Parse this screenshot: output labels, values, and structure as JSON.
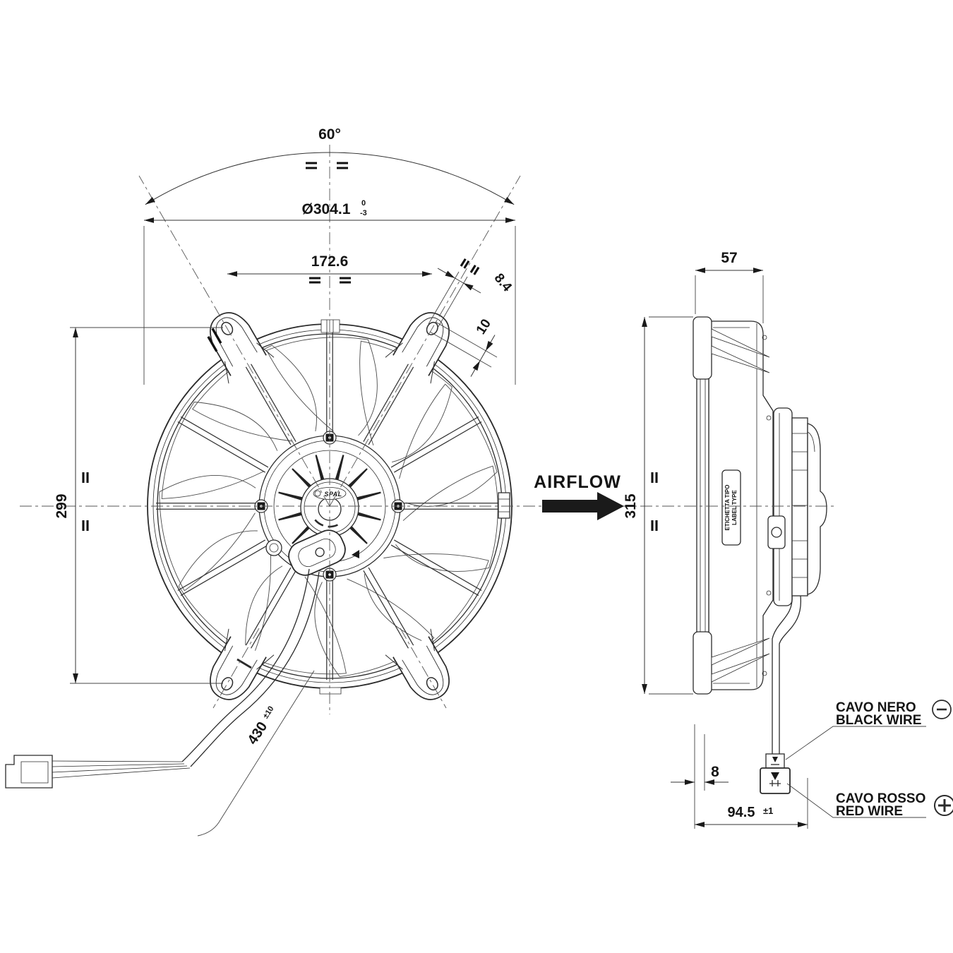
{
  "front": {
    "angle": "60°",
    "diameter": "Ø304.1",
    "diameter_tol_upper": "0",
    "diameter_tol_lower": "-3",
    "hole_spacing_h": "172.6",
    "slot_width": "8.4",
    "slot_length": "10",
    "hole_spacing_v": "299",
    "cable_length": "430",
    "cable_length_tol": "±10",
    "hub_logo": "SPAL"
  },
  "side": {
    "depth": "57",
    "height": "315",
    "plate_offset": "8",
    "connector_distance": "94.5",
    "connector_distance_tol": "±1",
    "label_box": {
      "line1": "ETICHETTA TIPO",
      "line2": "LABEL TYPE"
    }
  },
  "airflow": "AIRFLOW",
  "wiring": {
    "black_wire_it": "CAVO NERO",
    "black_wire_en": "BLACK WIRE",
    "red_wire_it": "CAVO ROSSO",
    "red_wire_en": "RED WIRE"
  }
}
